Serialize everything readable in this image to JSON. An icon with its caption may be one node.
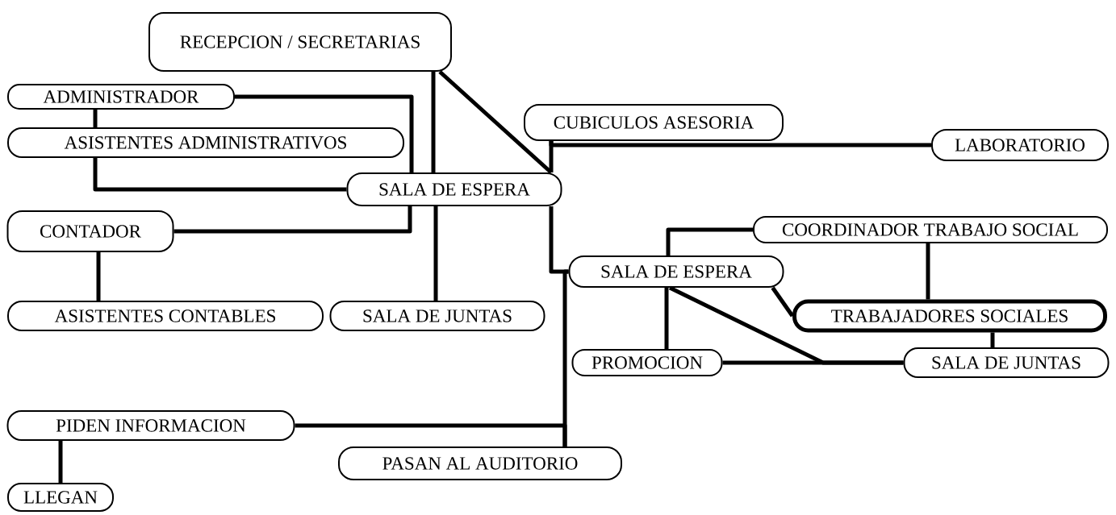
{
  "diagram": {
    "nodes": [
      {
        "text": [
          "RECEPCION / SECRETARIAS"
        ]
      },
      {
        "text": [
          "ADMINISTRADOR"
        ]
      },
      {
        "text": [
          "ASISTENTES ADMINISTRATIVOS"
        ]
      },
      {
        "text": [
          "CUBICULOS ASESORIA"
        ]
      },
      {
        "text": [
          "LABORATORIO"
        ]
      },
      {
        "text": [
          "SALA DE ESPERA"
        ]
      },
      {
        "text": [
          "CONTADOR"
        ]
      },
      {
        "text": [
          "COORDINADOR TRABAJO SOCIAL"
        ]
      },
      {
        "text": [
          "SALA DE ESPERA"
        ]
      },
      {
        "text": [
          "ASISTENTES CONTABLES"
        ]
      },
      {
        "text": [
          "SALA DE JUNTAS"
        ]
      },
      {
        "text": [
          "TRABAJADORES SOCIALES"
        ]
      },
      {
        "text": [
          "PROMOCION"
        ]
      },
      {
        "text": [
          "SALA DE JUNTAS"
        ]
      },
      {
        "text": [
          "PIDEN INFORMACION"
        ]
      },
      {
        "text": [
          "PASAN AL AUDITORIO"
        ]
      },
      {
        "text": [
          "LLEGAN"
        ]
      }
    ],
    "edges": [
      {
        "from": 0,
        "to": 5,
        "arrow": "none"
      },
      {
        "from": 0,
        "to": 5,
        "arrow": "none"
      },
      {
        "from": 3,
        "to": 5,
        "arrow": "none"
      },
      {
        "from": 3,
        "to": 4,
        "arrow": "none"
      },
      {
        "from": 1,
        "to": 5,
        "arrow": "none"
      },
      {
        "from": 1,
        "to": 2,
        "arrow": "none"
      },
      {
        "from": 2,
        "to": 5,
        "arrow": "none"
      },
      {
        "from": 6,
        "to": 5,
        "arrow": "none"
      },
      {
        "from": 6,
        "to": 9,
        "arrow": "none"
      },
      {
        "from": 5,
        "to": 10,
        "arrow": "none"
      },
      {
        "from": 5,
        "to": 8,
        "arrow": "none"
      },
      {
        "from": 7,
        "to": 8,
        "arrow": "none"
      },
      {
        "from": 7,
        "to": 11,
        "arrow": "none"
      },
      {
        "from": 8,
        "to": 11,
        "arrow": "none"
      },
      {
        "from": 8,
        "to": 12,
        "arrow": "none"
      },
      {
        "from": 8,
        "to": 13,
        "arrow": "none"
      },
      {
        "from": 12,
        "to": 13,
        "arrow": "none"
      },
      {
        "from": 11,
        "to": 13,
        "arrow": "none"
      },
      {
        "from": 8,
        "to": 15,
        "arrow": "none"
      },
      {
        "from": 14,
        "to": 15,
        "arrow": "none"
      },
      {
        "from": 14,
        "to": 16,
        "arrow": "none"
      }
    ]
  }
}
